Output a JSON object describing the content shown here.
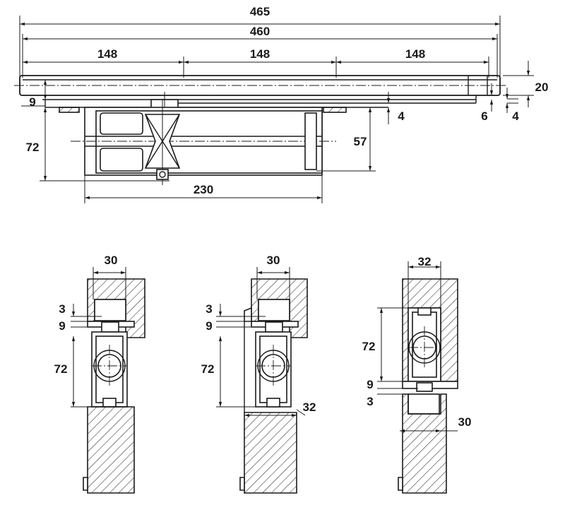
{
  "top_view": {
    "overall_465": "465",
    "overall_460": "460",
    "seg_148_a": "148",
    "seg_148_b": "148",
    "seg_148_c": "148",
    "thick_20": "20",
    "gap_9": "9",
    "gap_4_mid": "4",
    "gap_6": "6",
    "gap_4_right": "4",
    "height_72": "72",
    "height_57": "57",
    "width_230": "230"
  },
  "section_a": {
    "w_30": "30",
    "d_3": "3",
    "d_9": "9",
    "h_72": "72"
  },
  "section_b": {
    "w_30": "30",
    "d_3": "3",
    "d_9": "9",
    "h_72": "72",
    "w_32": "32"
  },
  "section_c": {
    "w_32": "32",
    "h_72": "72",
    "d_9": "9",
    "d_3": "3",
    "w_30": "30"
  },
  "colors": {
    "line": "#1a1a1a",
    "background": "#ffffff"
  }
}
